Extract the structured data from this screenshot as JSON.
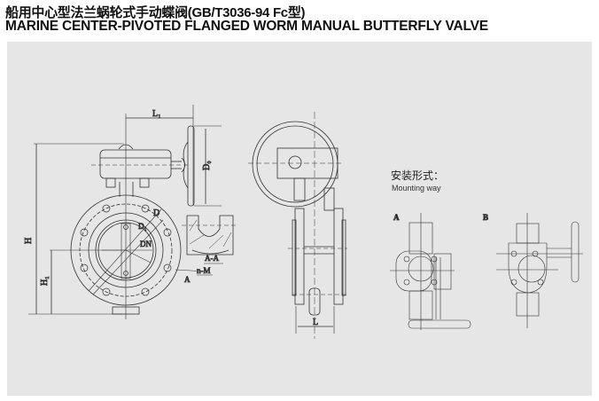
{
  "title_cn": "船用中心型法兰蜗轮式手动蝶阀(GB/T3036-94 Fc型)",
  "title_en": "MARINE CENTER-PIVOTED FLANGED WORM  MANUAL BUTTERFLY VALVE",
  "drawing": {
    "labels": {
      "L1": "L₁",
      "D0": "D₀",
      "H": "H",
      "H1": "H₁",
      "D": "D",
      "D1": "D₁",
      "DN": "DN",
      "A_mark": "A",
      "section": "A-A",
      "bolts": "n-M",
      "L": "L"
    },
    "mounting": {
      "title_cn": "安装形式：",
      "title_en": "Mounting way",
      "option_a": "A",
      "option_b": "B"
    }
  }
}
